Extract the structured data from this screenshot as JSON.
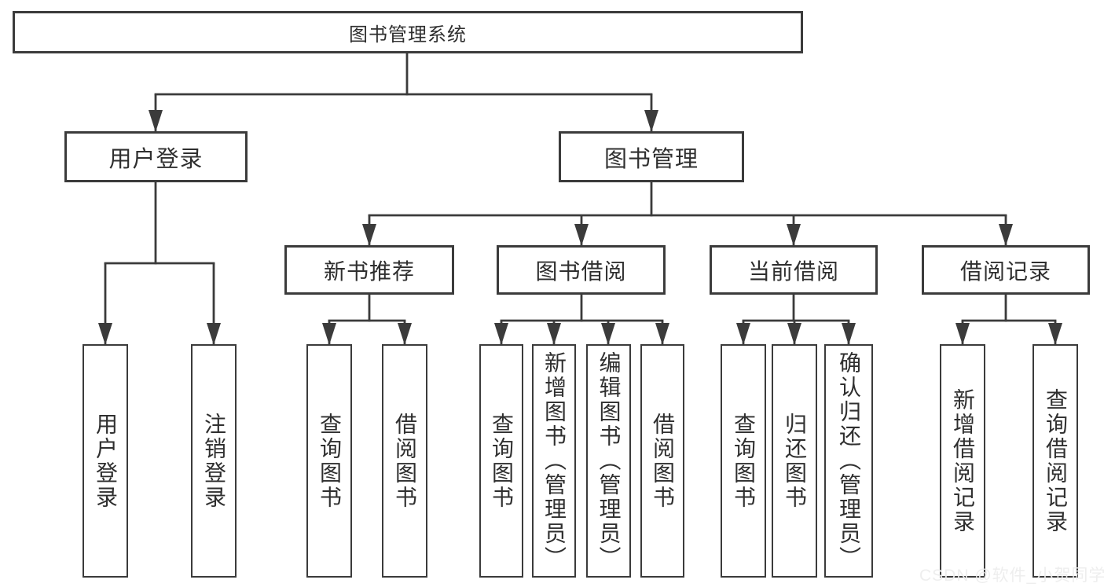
{
  "colors": {
    "line": "#3b3b3b",
    "box_border": "#3b3b3b",
    "box_fill": "#ffffff",
    "text": "#2f2f2f",
    "watermark": "#ededed"
  },
  "tree": {
    "root": {
      "label": "图书管理系统",
      "children": [
        {
          "label": "用户登录",
          "children": [
            {
              "label": "用户登录"
            },
            {
              "label": "注销登录"
            }
          ]
        },
        {
          "label": "图书管理",
          "children": [
            {
              "label": "新书推荐",
              "children": [
                {
                  "label": "查询图书"
                },
                {
                  "label": "借阅图书"
                }
              ]
            },
            {
              "label": "图书借阅",
              "children": [
                {
                  "label": "查询图书"
                },
                {
                  "label": "新增图书（管理员）"
                },
                {
                  "label": "编辑图书（管理员）"
                },
                {
                  "label": "借阅图书"
                }
              ]
            },
            {
              "label": "当前借阅",
              "children": [
                {
                  "label": "查询图书"
                },
                {
                  "label": "归还图书"
                },
                {
                  "label": "确认归还（管理员）"
                }
              ]
            },
            {
              "label": "借阅记录",
              "children": [
                {
                  "label": "新增借阅记录"
                },
                {
                  "label": "查询借阅记录"
                }
              ]
            }
          ]
        }
      ]
    }
  },
  "watermark": {
    "text": "CSDN @软件_小贺同学"
  }
}
